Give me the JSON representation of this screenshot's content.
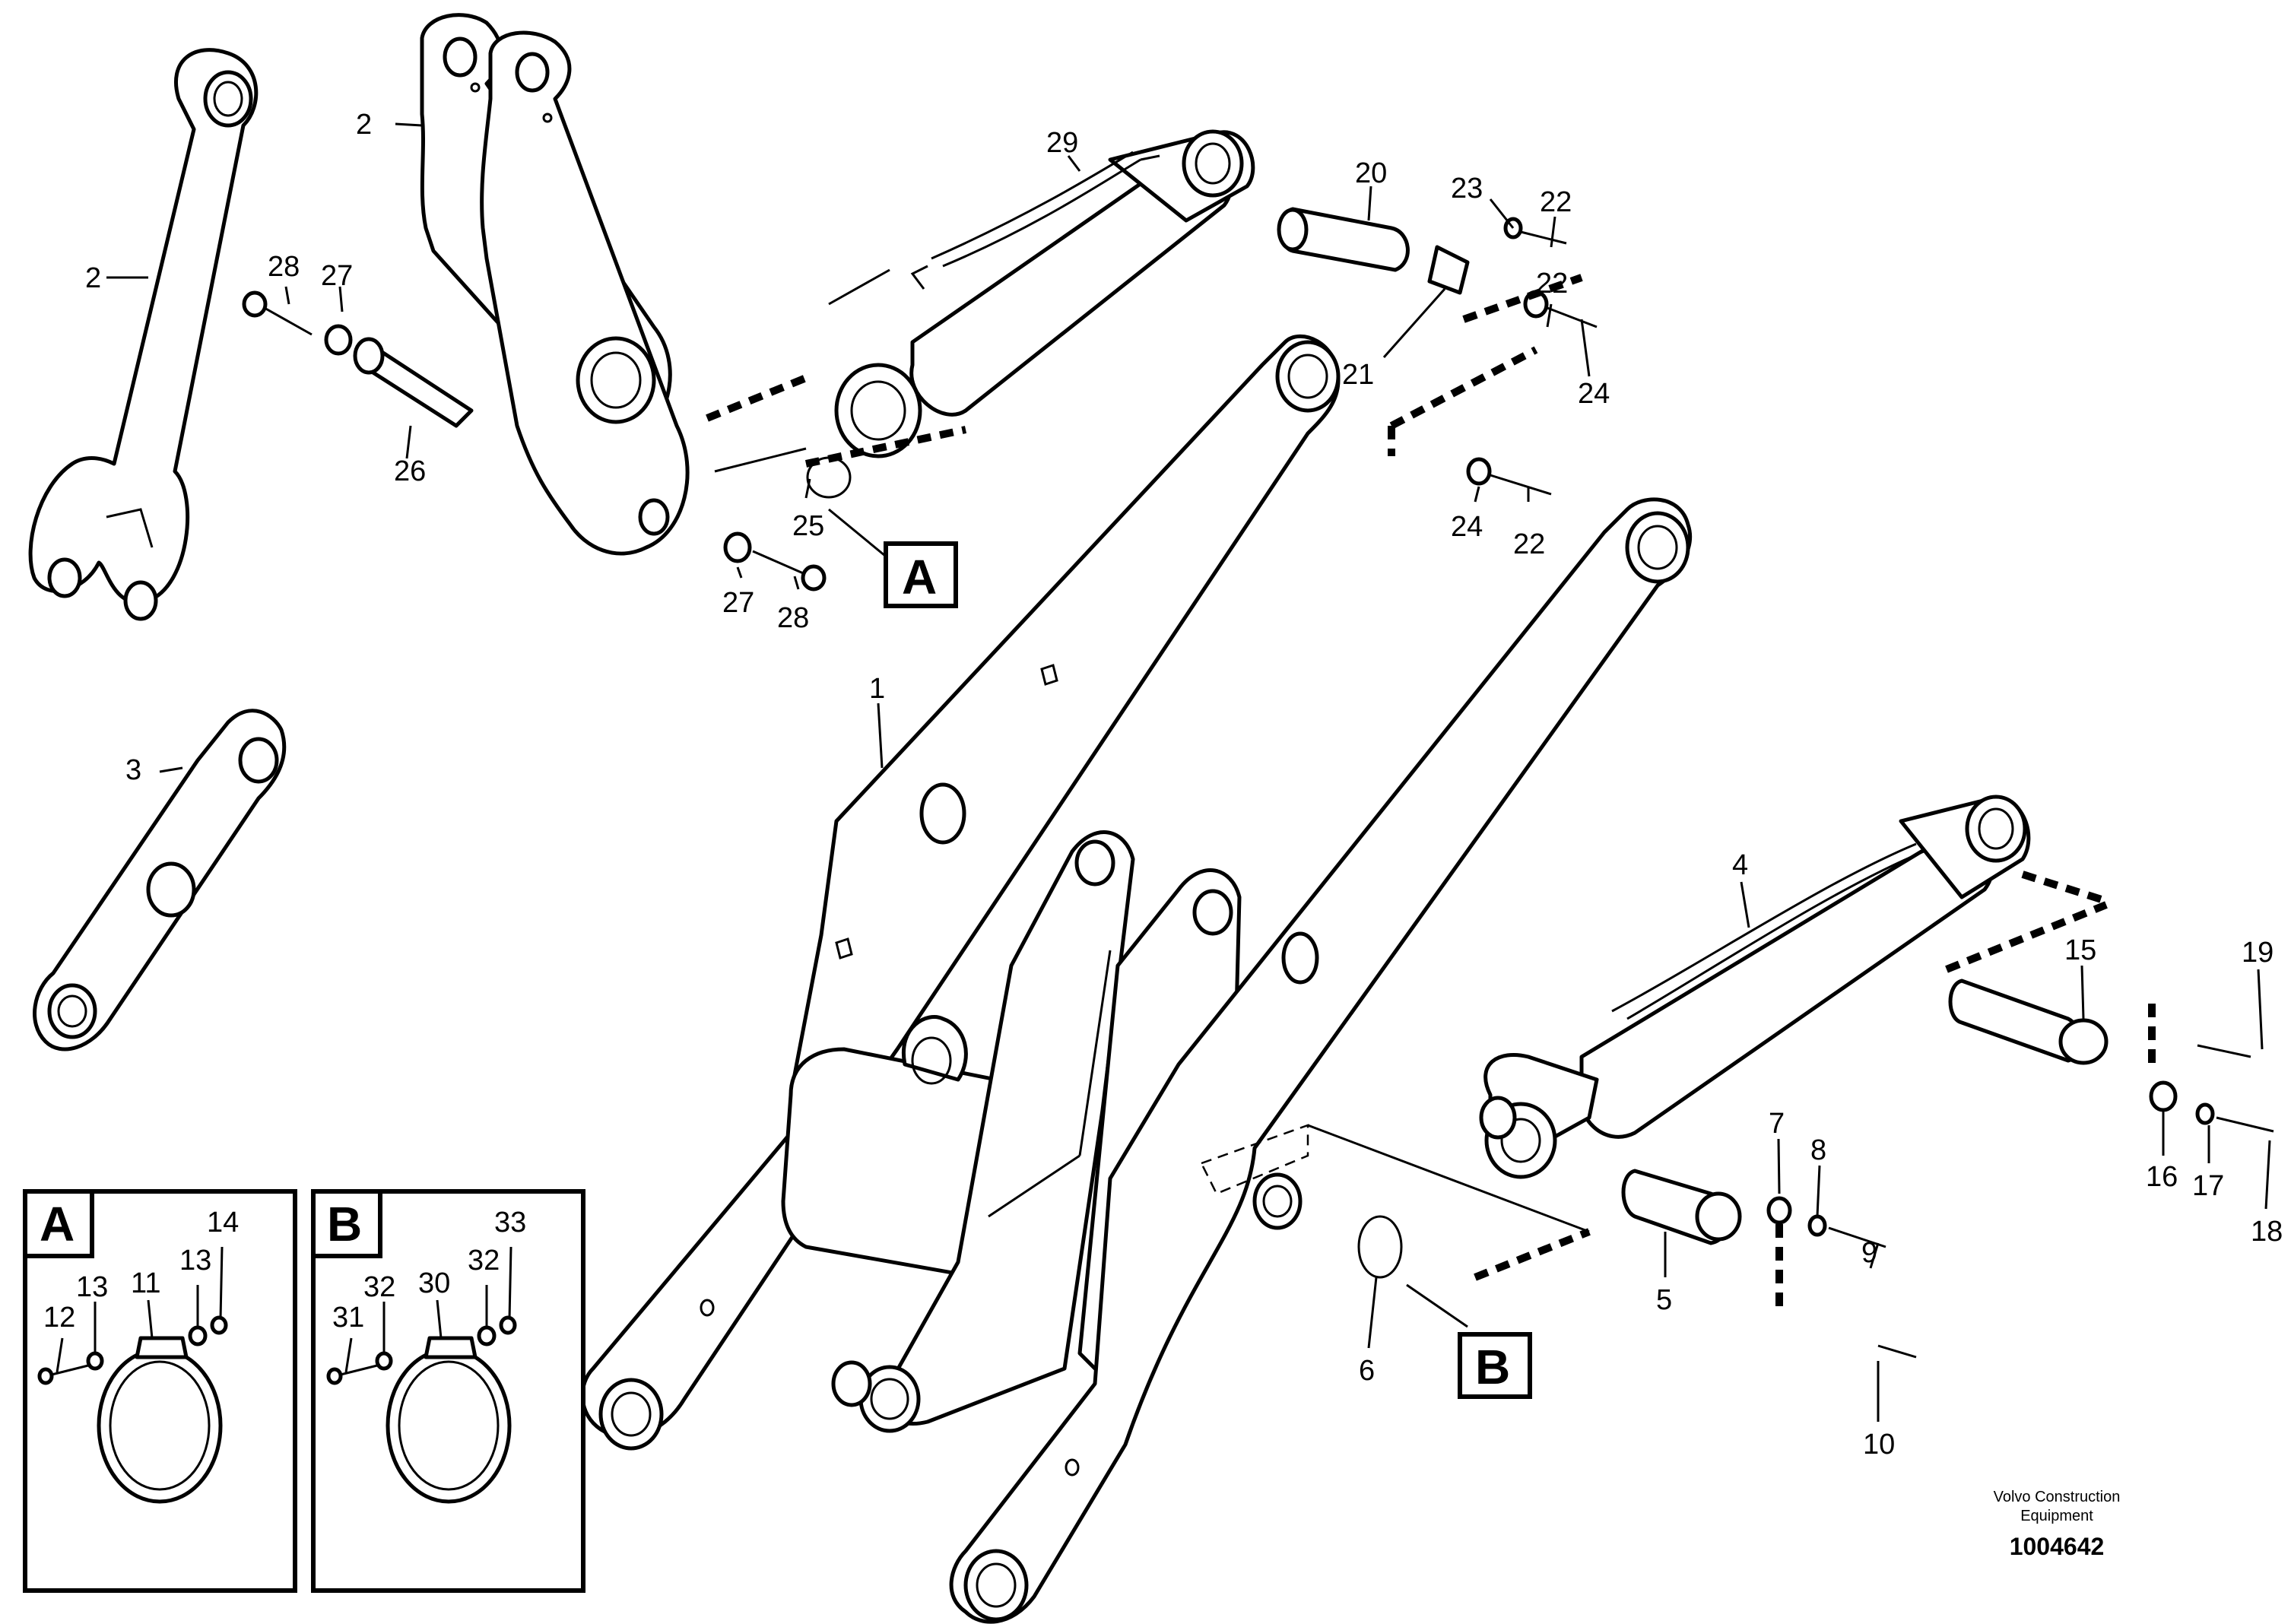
{
  "callouts": [
    {
      "id": "c2a",
      "text": "2"
    },
    {
      "id": "c2b",
      "text": "2"
    },
    {
      "id": "c3",
      "text": "3"
    },
    {
      "id": "c28a",
      "text": "28"
    },
    {
      "id": "c27a",
      "text": "27"
    },
    {
      "id": "c26",
      "text": "26"
    },
    {
      "id": "c25",
      "text": "25"
    },
    {
      "id": "c27b",
      "text": "27"
    },
    {
      "id": "c28b",
      "text": "28"
    },
    {
      "id": "c29",
      "text": "29"
    },
    {
      "id": "c20",
      "text": "20"
    },
    {
      "id": "c23",
      "text": "23"
    },
    {
      "id": "c22a",
      "text": "22"
    },
    {
      "id": "c22b",
      "text": "22"
    },
    {
      "id": "c21",
      "text": "21"
    },
    {
      "id": "c24a",
      "text": "24"
    },
    {
      "id": "c24b",
      "text": "24"
    },
    {
      "id": "c22c",
      "text": "22"
    },
    {
      "id": "c1",
      "text": "1"
    },
    {
      "id": "c4",
      "text": "4"
    },
    {
      "id": "c15",
      "text": "15"
    },
    {
      "id": "c19",
      "text": "19"
    },
    {
      "id": "c16",
      "text": "16"
    },
    {
      "id": "c17",
      "text": "17"
    },
    {
      "id": "c18",
      "text": "18"
    },
    {
      "id": "c7",
      "text": "7"
    },
    {
      "id": "c8",
      "text": "8"
    },
    {
      "id": "c9",
      "text": "9"
    },
    {
      "id": "c5",
      "text": "5"
    },
    {
      "id": "c6",
      "text": "6"
    },
    {
      "id": "c10",
      "text": "10"
    },
    {
      "id": "cA14",
      "text": "14"
    },
    {
      "id": "cA13a",
      "text": "13"
    },
    {
      "id": "cA13b",
      "text": "13"
    },
    {
      "id": "cA11",
      "text": "11"
    },
    {
      "id": "cA12",
      "text": "12"
    },
    {
      "id": "cB33",
      "text": "33"
    },
    {
      "id": "cB32a",
      "text": "32"
    },
    {
      "id": "cB32b",
      "text": "32"
    },
    {
      "id": "cB30",
      "text": "30"
    },
    {
      "id": "cB31",
      "text": "31"
    }
  ],
  "detail_markers": {
    "a": "A",
    "b": "B"
  },
  "inset_a": {
    "label": "A"
  },
  "inset_b": {
    "label": "B"
  },
  "footer": {
    "brand_line1": "Volvo Construction",
    "brand_line2": "Equipment",
    "document_number": "1004642"
  }
}
